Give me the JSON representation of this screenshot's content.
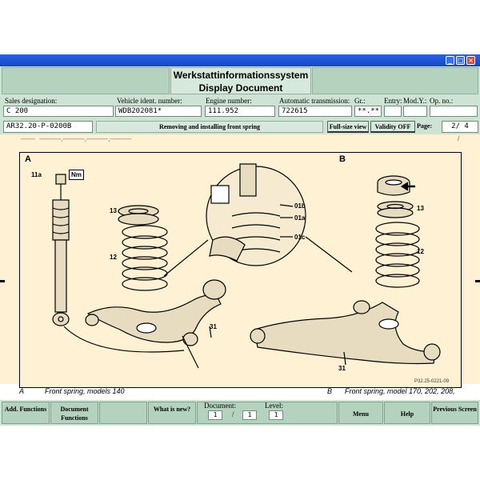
{
  "window": {
    "title_buttons": [
      "minimize-icon",
      "maximize-icon",
      "close-icon"
    ]
  },
  "header": {
    "line1": "Werkstattinformationssystem",
    "line2": "Display Document"
  },
  "fields": {
    "sales_designation": {
      "label": "Sales designation:",
      "value": "C 200"
    },
    "vehicle_ident": {
      "label": "Vehicle ident. number:",
      "value": "WDB202081*"
    },
    "engine_number": {
      "label": "Engine number:",
      "value": "111.952"
    },
    "automatic_transmission": {
      "label": "Automatic transmission:",
      "value": "722615"
    },
    "gr": {
      "label": "Gr.:",
      "value": "**.**"
    },
    "entry": {
      "label": "Entry:"
    },
    "mod_y": {
      "label": "Mod.Y.:"
    },
    "op_no": {
      "label": "Op. no.:"
    }
  },
  "docbar": {
    "code": "AR32.20-P-0200B",
    "title": "Removing and installing front spring",
    "fullsize": "Full-size view",
    "validity": "Validity OFF",
    "page_label": "Page:",
    "page_value": "2/  4"
  },
  "figure": {
    "panel_a": "A",
    "panel_b": "B",
    "callouts": {
      "c11a": "11a",
      "nm": "Nm",
      "c13a": "13",
      "c12a": "12",
      "c31a": "31",
      "c01b": "01b",
      "c01a": "01a",
      "c01c": "01c",
      "c13b": "13",
      "c12b": "12",
      "c31b": "31"
    },
    "figure_id": "P32.25-0221-09",
    "caption_a_letter": "A",
    "caption_a": "Front spring, models 140",
    "caption_b_letter": "B",
    "caption_b": "Front spring, model 170, 202, 208,"
  },
  "bottom": {
    "add_functions": "Add. Functions",
    "document_functions": "Document Functions",
    "what_is_new": "What is new?",
    "document_label": "Document:",
    "document_current": "1",
    "document_total": "1",
    "level_label": "Level:",
    "level_value": "1",
    "menu": "Menu",
    "help": "Help",
    "previous_screen": "Previous Screen"
  }
}
